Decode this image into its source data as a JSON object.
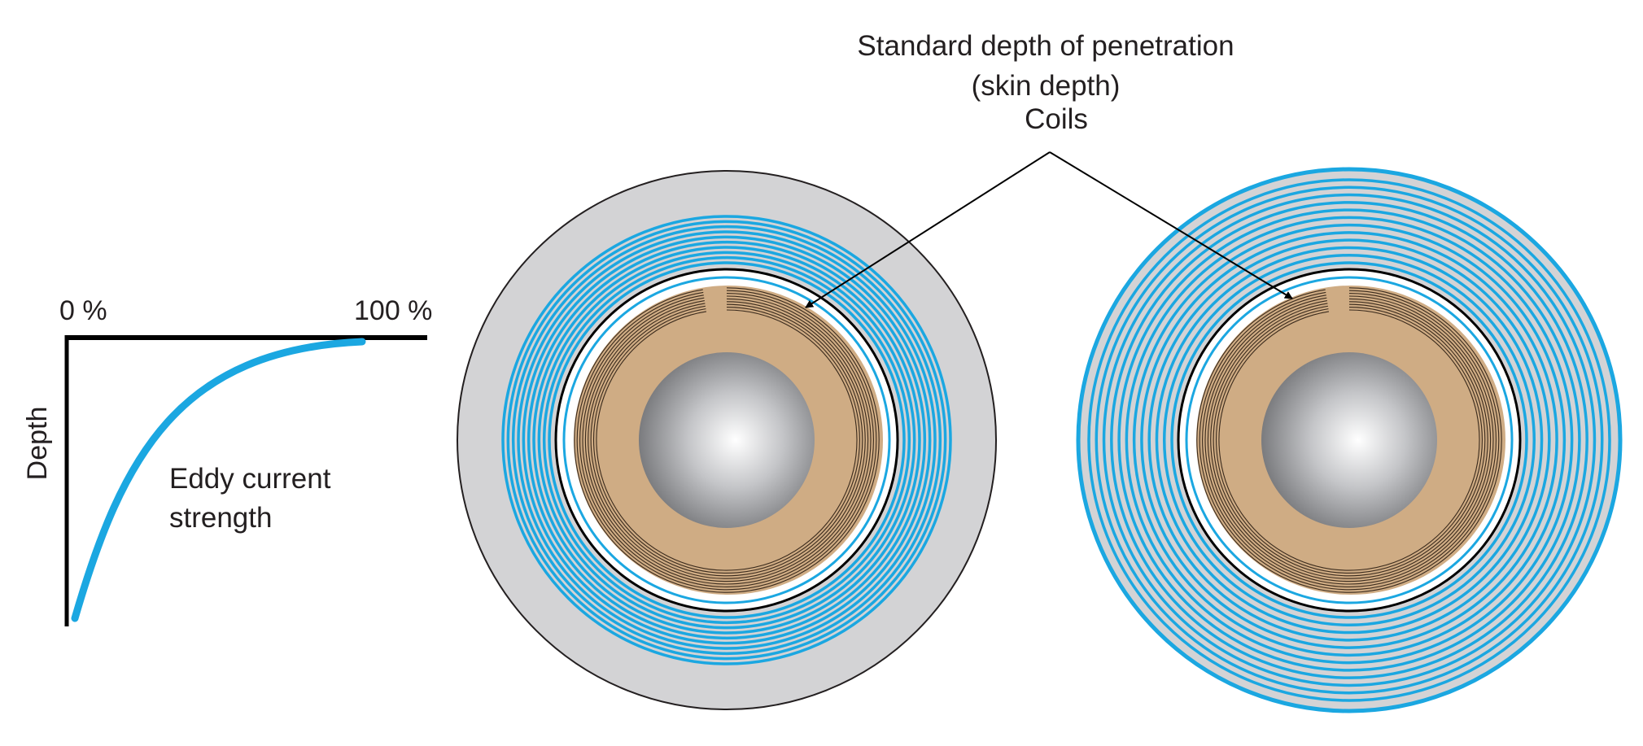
{
  "graph": {
    "axis_start_label": "0 %",
    "axis_end_label": "100 %",
    "y_axis_label": "Depth",
    "curve_label_line1": "Eddy current",
    "curve_label_line2": "strength"
  },
  "callout": {
    "line1": "Standard depth of penetration",
    "line2": "(skin depth)",
    "line3": "Coils"
  },
  "left_cross_section": {
    "eddy_rings": 10,
    "coil_turns": 9
  },
  "right_cross_section": {
    "eddy_rings": 12,
    "coil_turns": 9
  },
  "colors": {
    "eddy_current": "#1ba7e1",
    "outer_material": "#d3d3d5",
    "coil": "#cfac84",
    "axis": "#000000",
    "text": "#231f20"
  }
}
